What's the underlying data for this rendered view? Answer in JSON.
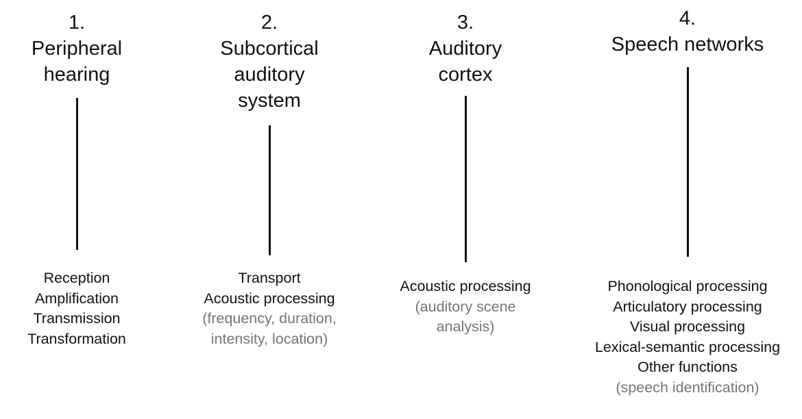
{
  "colors": {
    "text": "#111111",
    "muted": "#757575",
    "line": "#0d0d0d",
    "background": "#ffffff"
  },
  "columns": [
    {
      "number": "1.",
      "title": "Peripheral hearing",
      "header_lines": [
        "1.",
        "Peripheral",
        "hearing"
      ],
      "items": [
        {
          "text": "Reception",
          "muted": false
        },
        {
          "text": "Amplification",
          "muted": false
        },
        {
          "text": "Transmission",
          "muted": false
        },
        {
          "text": "Transformation",
          "muted": false
        }
      ]
    },
    {
      "number": "2.",
      "title": "Subcortical auditory system",
      "header_lines": [
        "2.",
        "Subcortical",
        "auditory",
        "system"
      ],
      "items": [
        {
          "text": "Transport",
          "muted": false
        },
        {
          "text": "Acoustic processing",
          "muted": false
        },
        {
          "text": "(frequency, duration,",
          "muted": true
        },
        {
          "text": "intensity, location)",
          "muted": true
        }
      ]
    },
    {
      "number": "3.",
      "title": "Auditory cortex",
      "header_lines": [
        "3.",
        "Auditory",
        "cortex"
      ],
      "items": [
        {
          "text": "Acoustic processing",
          "muted": false
        },
        {
          "text": "(auditory scene",
          "muted": true
        },
        {
          "text": "analysis)",
          "muted": true
        }
      ]
    },
    {
      "number": "4.",
      "title": "Speech networks",
      "header_lines": [
        "4.",
        "Speech networks"
      ],
      "items": [
        {
          "text": "Phonological processing",
          "muted": false
        },
        {
          "text": "Articulatory processing",
          "muted": false
        },
        {
          "text": "Visual processing",
          "muted": false
        },
        {
          "text": "Lexical-semantic processing",
          "muted": false
        },
        {
          "text": "Other functions",
          "muted": false
        },
        {
          "text": "(speech identification)",
          "muted": true
        }
      ]
    }
  ]
}
